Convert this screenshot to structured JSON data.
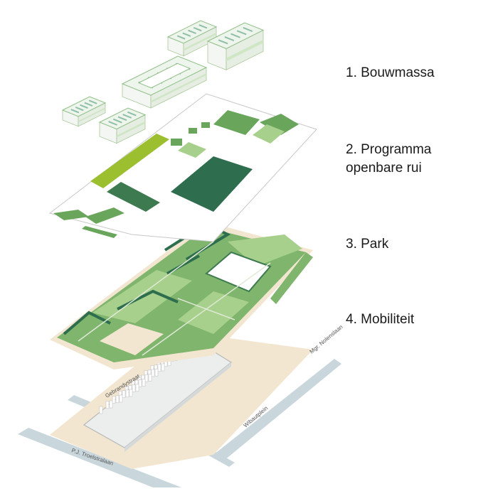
{
  "layers": [
    {
      "label": "1. Bouwmassa"
    },
    {
      "label_line1": "2. Programma",
      "label_line2": "openbare rui"
    },
    {
      "label": "3. Park"
    },
    {
      "label": "4. Mobiliteit"
    }
  ],
  "streets": {
    "gebrandystraat": "Gebrandystraat",
    "wibautplein": "Wibautplein",
    "nolenslaan": "Mgr. Nolenslaan",
    "troelstralaan": "P.J. Troelstralaan"
  },
  "colors": {
    "dark_green": "#2e6e4e",
    "mid_green": "#6aa55c",
    "light_green": "#a8d08d",
    "lime": "#9bbf2e",
    "sand": "#f3e6d0",
    "road": "#c9d7dd",
    "building_top": "#eef5ec"
  }
}
